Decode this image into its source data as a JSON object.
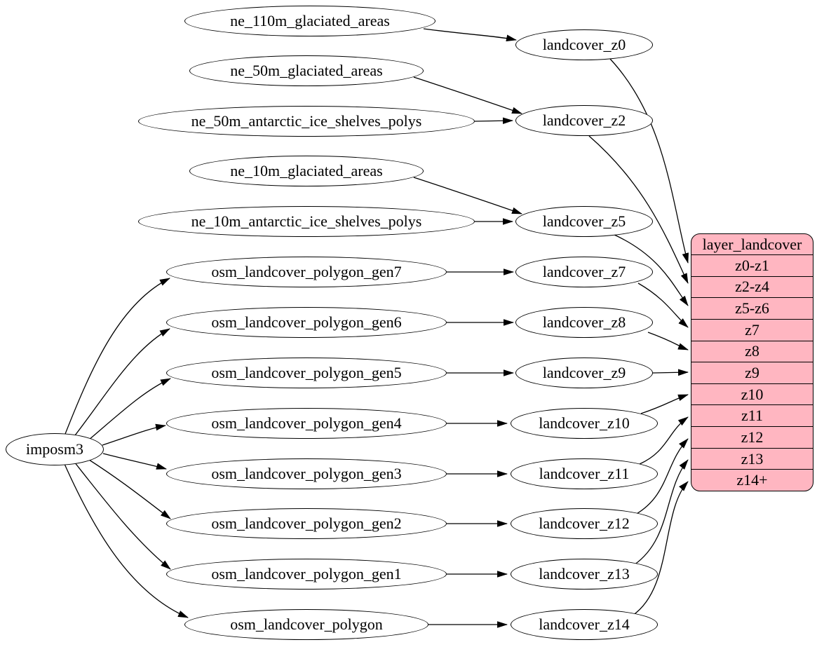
{
  "importer": {
    "label": "imposm3"
  },
  "source_tables": {
    "ne": [
      "ne_110m_glaciated_areas",
      "ne_50m_glaciated_areas",
      "ne_50m_antarctic_ice_shelves_polys",
      "ne_10m_glaciated_areas",
      "ne_10m_antarctic_ice_shelves_polys"
    ],
    "osm": [
      "osm_landcover_polygon_gen7",
      "osm_landcover_polygon_gen6",
      "osm_landcover_polygon_gen5",
      "osm_landcover_polygon_gen4",
      "osm_landcover_polygon_gen3",
      "osm_landcover_polygon_gen2",
      "osm_landcover_polygon_gen1",
      "osm_landcover_polygon"
    ]
  },
  "zoom_views": [
    "landcover_z0",
    "landcover_z2",
    "landcover_z5",
    "landcover_z7",
    "landcover_z8",
    "landcover_z9",
    "landcover_z10",
    "landcover_z11",
    "landcover_z12",
    "landcover_z13",
    "landcover_z14"
  ],
  "layer_table": {
    "title": "layer_landcover",
    "rows": [
      "z0-z1",
      "z2-z4",
      "z5-z6",
      "z7",
      "z8",
      "z9",
      "z10",
      "z11",
      "z12",
      "z13",
      "z14+"
    ]
  },
  "edges": [
    [
      "imposm3",
      "osm_landcover_polygon_gen7"
    ],
    [
      "imposm3",
      "osm_landcover_polygon_gen6"
    ],
    [
      "imposm3",
      "osm_landcover_polygon_gen5"
    ],
    [
      "imposm3",
      "osm_landcover_polygon_gen4"
    ],
    [
      "imposm3",
      "osm_landcover_polygon_gen3"
    ],
    [
      "imposm3",
      "osm_landcover_polygon_gen2"
    ],
    [
      "imposm3",
      "osm_landcover_polygon_gen1"
    ],
    [
      "imposm3",
      "osm_landcover_polygon"
    ],
    [
      "ne_110m_glaciated_areas",
      "landcover_z0"
    ],
    [
      "ne_50m_glaciated_areas",
      "landcover_z2"
    ],
    [
      "ne_50m_antarctic_ice_shelves_polys",
      "landcover_z2"
    ],
    [
      "ne_10m_glaciated_areas",
      "landcover_z5"
    ],
    [
      "ne_10m_antarctic_ice_shelves_polys",
      "landcover_z5"
    ],
    [
      "osm_landcover_polygon_gen7",
      "landcover_z7"
    ],
    [
      "osm_landcover_polygon_gen6",
      "landcover_z8"
    ],
    [
      "osm_landcover_polygon_gen5",
      "landcover_z9"
    ],
    [
      "osm_landcover_polygon_gen4",
      "landcover_z10"
    ],
    [
      "osm_landcover_polygon_gen3",
      "landcover_z11"
    ],
    [
      "osm_landcover_polygon_gen2",
      "landcover_z12"
    ],
    [
      "osm_landcover_polygon_gen1",
      "landcover_z13"
    ],
    [
      "osm_landcover_polygon",
      "landcover_z14"
    ],
    [
      "landcover_z0",
      "layer_landcover:z0-z1"
    ],
    [
      "landcover_z2",
      "layer_landcover:z2-z4"
    ],
    [
      "landcover_z5",
      "layer_landcover:z5-z6"
    ],
    [
      "landcover_z7",
      "layer_landcover:z7"
    ],
    [
      "landcover_z8",
      "layer_landcover:z8"
    ],
    [
      "landcover_z9",
      "layer_landcover:z9"
    ],
    [
      "landcover_z10",
      "layer_landcover:z10"
    ],
    [
      "landcover_z11",
      "layer_landcover:z11"
    ],
    [
      "landcover_z12",
      "layer_landcover:z12"
    ],
    [
      "landcover_z13",
      "layer_landcover:z13"
    ],
    [
      "landcover_z14",
      "layer_landcover:z14+"
    ]
  ],
  "colors": {
    "layer_table_fill": "#ffb6c1",
    "node_fill": "#ffffff",
    "edge_stroke": "#000000"
  }
}
